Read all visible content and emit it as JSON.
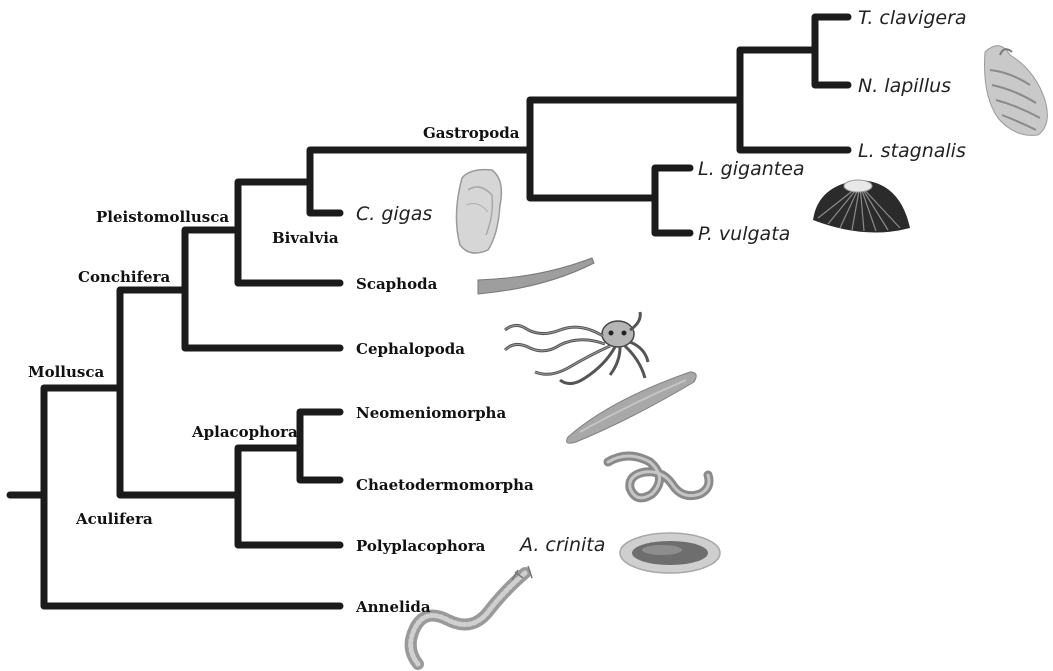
{
  "tree": {
    "root": "Mollusca",
    "clades": {
      "mollusca": "Mollusca",
      "conchifera": "Conchifera",
      "pleistomollusca": "Pleistomollusca",
      "gastropoda": "Gastropoda",
      "bivalvia": "Bivalvia",
      "aculifera": "Aculifera",
      "aplacophora": "Aplacophora"
    },
    "taxa": {
      "scaphoda": "Scaphoda",
      "cephalopoda": "Cephalopoda",
      "neomeniomorpha": "Neomeniomorpha",
      "chaetodermomorpha": "Chaetodermomorpha",
      "polyplacophora": "Polyplacophora",
      "annelida": "Annelida"
    },
    "species": {
      "t_clavigera": "T. clavigera",
      "n_lapillus": "N. lapillus",
      "l_stagnalis": "L. stagnalis",
      "l_gigantea": "L. gigantea",
      "p_vulgata": "P. vulgata",
      "c_gigas": "C. gigas",
      "a_crinita": "A. crinita"
    }
  },
  "illustrations": [
    {
      "name": "whelk-shell-illustration",
      "depicts": "gastropod shell"
    },
    {
      "name": "limpet-illustration",
      "depicts": "limpet"
    },
    {
      "name": "oyster-illustration",
      "depicts": "oyster"
    },
    {
      "name": "tusk-shell-illustration",
      "depicts": "tusk shell"
    },
    {
      "name": "octopus-illustration",
      "depicts": "octopus"
    },
    {
      "name": "solenogaster-illustration",
      "depicts": "solenogaster worm"
    },
    {
      "name": "chaetoderm-illustration",
      "depicts": "coiled chaetoderm"
    },
    {
      "name": "chiton-illustration",
      "depicts": "chiton"
    },
    {
      "name": "annelid-worm-illustration",
      "depicts": "segmented worm"
    }
  ]
}
